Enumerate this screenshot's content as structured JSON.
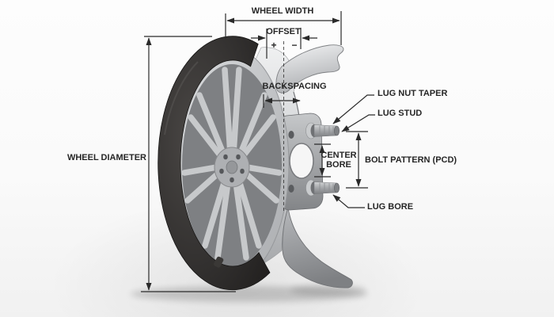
{
  "diagram": {
    "subject": "wheel-dimension-cutaway",
    "labels": {
      "wheel_width": "WHEEL WIDTH",
      "offset": "OFFSET",
      "offset_positive_sign": "+",
      "offset_negative_sign": "−",
      "backspacing": "BACKSPACING",
      "wheel_diameter": "WHEEL DIAMETER",
      "lug_nut_taper": "LUG NUT TAPER",
      "lug_stud": "LUG STUD",
      "center_bore": "CENTER BORE",
      "bolt_pattern_pcd": "BOLT PATTERN (PCD)",
      "lug_bore": "LUG BORE"
    },
    "colors": {
      "background_top": "#fdfdfd",
      "background_bottom": "#f1f1f1",
      "annotation_line": "#2a2a2a",
      "label_text": "#262626",
      "tire_rubber": "#2c2a29",
      "metal_light": "#eceded",
      "metal_mid": "#b9bbbd",
      "metal_dark": "#7b7d80"
    }
  }
}
